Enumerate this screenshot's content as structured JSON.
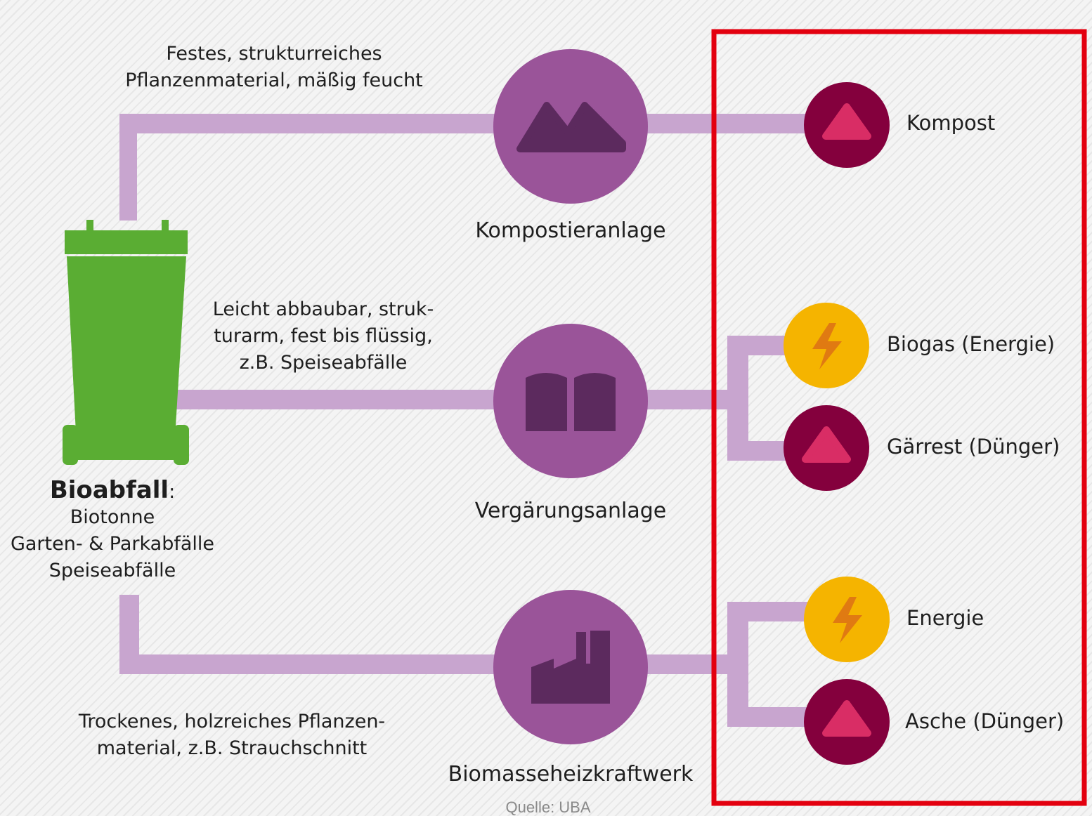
{
  "colors": {
    "pipe": "#c8a5cf",
    "plant_circle": "#9a5499",
    "plant_icon": "#5c2a5e",
    "bin": "#5aad33",
    "product_circle": "#84003d",
    "product_icon": "#d92d65",
    "energy_circle": "#f5b400",
    "energy_icon": "#e07a12",
    "highlight_box": "#e3000f"
  },
  "bin": {
    "icon": "green-bio-bin-icon",
    "title": "Bioabfall",
    "title_suffix": ":",
    "lines": [
      "Biotonne",
      "Garten- & Parkabfälle",
      "Speiseabfälle"
    ]
  },
  "streams": [
    {
      "input_lines": [
        "Festes, strukturreiches",
        "Pflanzenmaterial, mäßig feucht"
      ],
      "plant": "Kompostieranlage",
      "plant_icon": "compost-heap-icon",
      "outputs": [
        {
          "label": "Kompost",
          "icon": "heap-triangle-icon"
        }
      ]
    },
    {
      "input_lines": [
        "Leicht abbaubar, struk-",
        "turarm, fest bis flüssig,",
        "z.B. Speiseabfälle"
      ],
      "plant": "Vergärungsanlage",
      "plant_icon": "digester-tanks-icon",
      "outputs": [
        {
          "label": "Biogas (Energie)",
          "icon": "lightning-bolt-icon"
        },
        {
          "label": "Gärrest (Dünger)",
          "icon": "heap-triangle-icon"
        }
      ]
    },
    {
      "input_lines": [
        "Trockenes, holzreiches Pflanzen-",
        "material, z.B. Strauchschnitt"
      ],
      "plant": "Biomasseheizkraftwerk",
      "plant_icon": "factory-icon",
      "outputs": [
        {
          "label": "Energie",
          "icon": "lightning-bolt-icon"
        },
        {
          "label": "Asche (Dünger)",
          "icon": "heap-triangle-icon"
        }
      ]
    }
  ],
  "source": "Quelle: UBA"
}
